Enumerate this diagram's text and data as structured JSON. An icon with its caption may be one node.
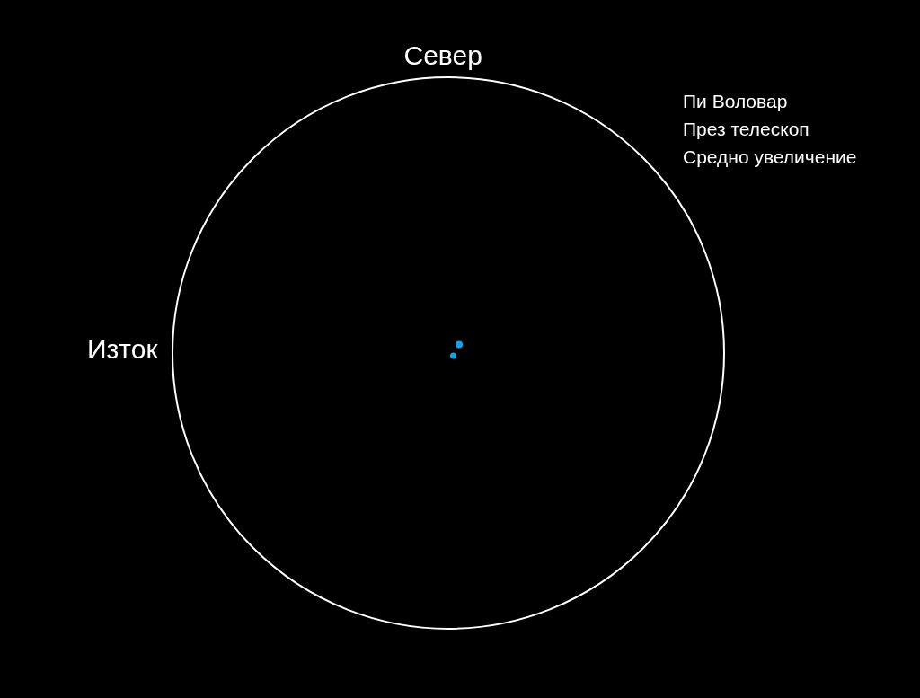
{
  "diagram": {
    "labels": [
      "Север",
      "Пи Воловар",
      "През телескоп",
      "Средно увеличение",
      "Изток"
    ]
  }
}
